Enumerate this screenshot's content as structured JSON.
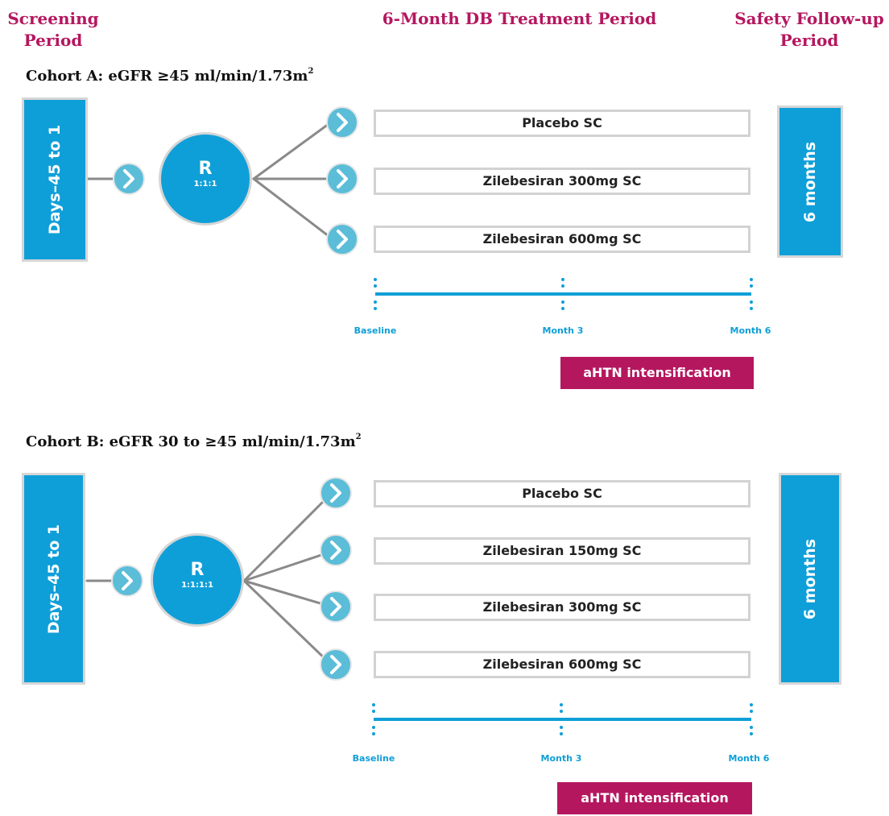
{
  "periods": {
    "screening": [
      "Screening",
      "Period"
    ],
    "treatment": "6-Month DB Treatment Period",
    "followup": [
      "Safety Follow-up",
      "Period"
    ]
  },
  "cohort_a": {
    "title": "Cohort A: eGFR ≥45 ml/min/1.73m",
    "title_sup": "2",
    "screening_box": "Days–45 to 1",
    "randomization": "R",
    "ratio": "1:1:1",
    "arms": [
      "Placebo SC",
      "Zilebesiran 300mg SC",
      "Zilebesiran 600mg SC"
    ],
    "followup_box": "6 months",
    "timeline": [
      "Baseline",
      "Month 3",
      "Month 6"
    ],
    "intensification": "aHTN intensification"
  },
  "cohort_b": {
    "title": "Cohort B: eGFR 30 to ≥45 ml/min/1.73m",
    "title_sup": "2",
    "screening_box": "Days–45 to 1",
    "randomization": "R",
    "ratio": "1:1:1:1",
    "arms": [
      "Placebo SC",
      "Zilebesiran 150mg SC",
      "Zilebesiran 300mg SC",
      "Zilebesiran 600mg SC"
    ],
    "followup_box": "6 months",
    "timeline": [
      "Baseline",
      "Month 3",
      "Month 6"
    ],
    "intensification": "aHTN intensification"
  },
  "colors": {
    "period_heading": "#b5175f",
    "box_blue": "#0f9fd8",
    "arrow_circle": "#5bbdd8",
    "connector": "#8a8a8a",
    "arm_border": "#d2d2d2",
    "intensification_bg": "#b5175f"
  },
  "icons": {
    "arm_arrow": "chevron-right-icon"
  }
}
